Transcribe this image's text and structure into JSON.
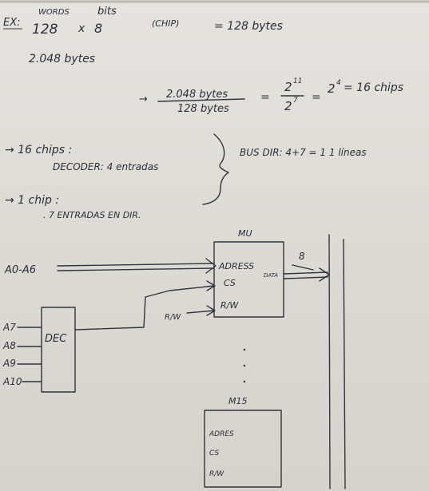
{
  "example": {
    "label": "EX:",
    "words_header": "WORDS",
    "bits_header": "bits",
    "words_value": "128",
    "times": "x",
    "bits_value": "8",
    "chip_label": "(CHIP)",
    "equals_bytes": "= 128 bytes",
    "total": "2.048 bytes"
  },
  "division": {
    "arrow": "→",
    "numerator": "2.048 bytes",
    "denominator": "128 bytes",
    "eq1": "=",
    "pow_num": "2",
    "pow_num_exp": "11",
    "pow_den": "2",
    "pow_den_exp": "7",
    "eq2": "=",
    "pow_res": "2",
    "pow_res_exp": "4",
    "result": "= 16 chips"
  },
  "notes": {
    "chips16": "→ 16 chips :",
    "decoder": "DECODER: 4 entradas",
    "chip1": "→ 1 chip :",
    "entradas": ". 7 ENTRADAS  EN DIR.",
    "bus": "BUS DIR: 4+7 = 1 1 líneas"
  },
  "diagram": {
    "mu_title": "MU",
    "address_line": "A0-A6",
    "adress_port": "ADRESS",
    "cs_port": "CS",
    "rw_port": "R/W",
    "data_port": "DATA",
    "rw_input": "R/W",
    "bus_width": "8",
    "dec_label": "DEC",
    "dec_inputs": [
      "A7",
      "A8",
      "A9",
      "A10"
    ],
    "m15_title": "M15",
    "m15_adress": "ADRES",
    "m15_cs": "CS",
    "m15_rw": "R/W"
  }
}
